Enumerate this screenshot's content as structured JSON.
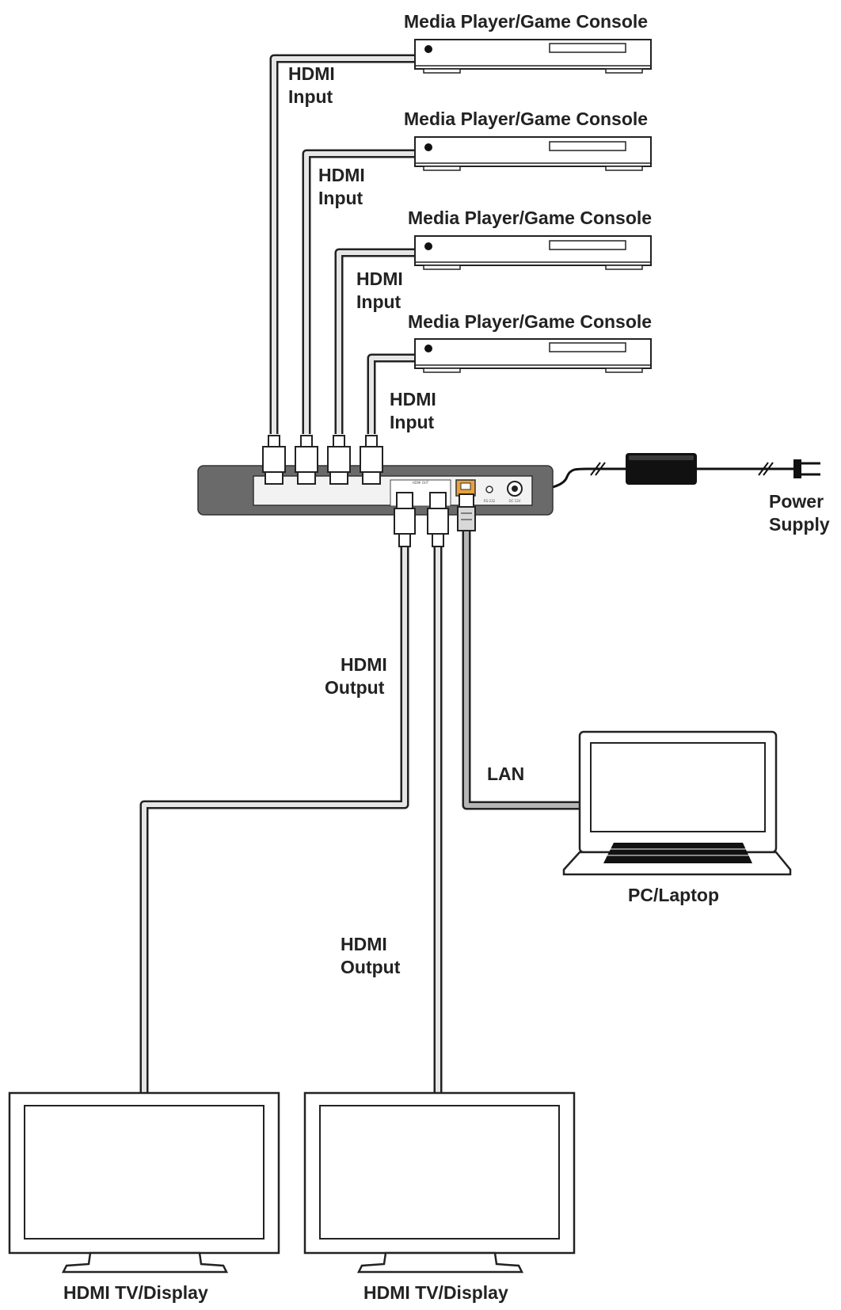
{
  "diagram": {
    "sources": [
      {
        "label": "Media Player/Game Console",
        "cable_label_1": "HDMI",
        "cable_label_2": "Input"
      },
      {
        "label": "Media Player/Game Console",
        "cable_label_1": "HDMI",
        "cable_label_2": "Input"
      },
      {
        "label": "Media Player/Game Console",
        "cable_label_1": "HDMI",
        "cable_label_2": "Input"
      },
      {
        "label": "Media Player/Game Console",
        "cable_label_1": "HDMI",
        "cable_label_2": "Input"
      }
    ],
    "switch": {
      "hdmi_out_label": "HDMI OUT",
      "rs232_label": "RS-232",
      "power_jack_label": "DC 12V"
    },
    "power": {
      "label_1": "Power",
      "label_2": "Supply"
    },
    "lan": {
      "label": "LAN"
    },
    "laptop": {
      "label": "PC/Laptop"
    },
    "outputs": [
      {
        "cable_label_1": "HDMI",
        "cable_label_2": "Output",
        "display_label": "HDMI TV/Display"
      },
      {
        "cable_label_1": "HDMI",
        "cable_label_2": "Output",
        "display_label": "HDMI TV/Display"
      }
    ],
    "colors": {
      "line": "#222222",
      "cable": "#8c8c8c",
      "device_body": "#ffffff",
      "switch_body": "#6a6a6a",
      "lan_port": "#e8a23c"
    }
  }
}
